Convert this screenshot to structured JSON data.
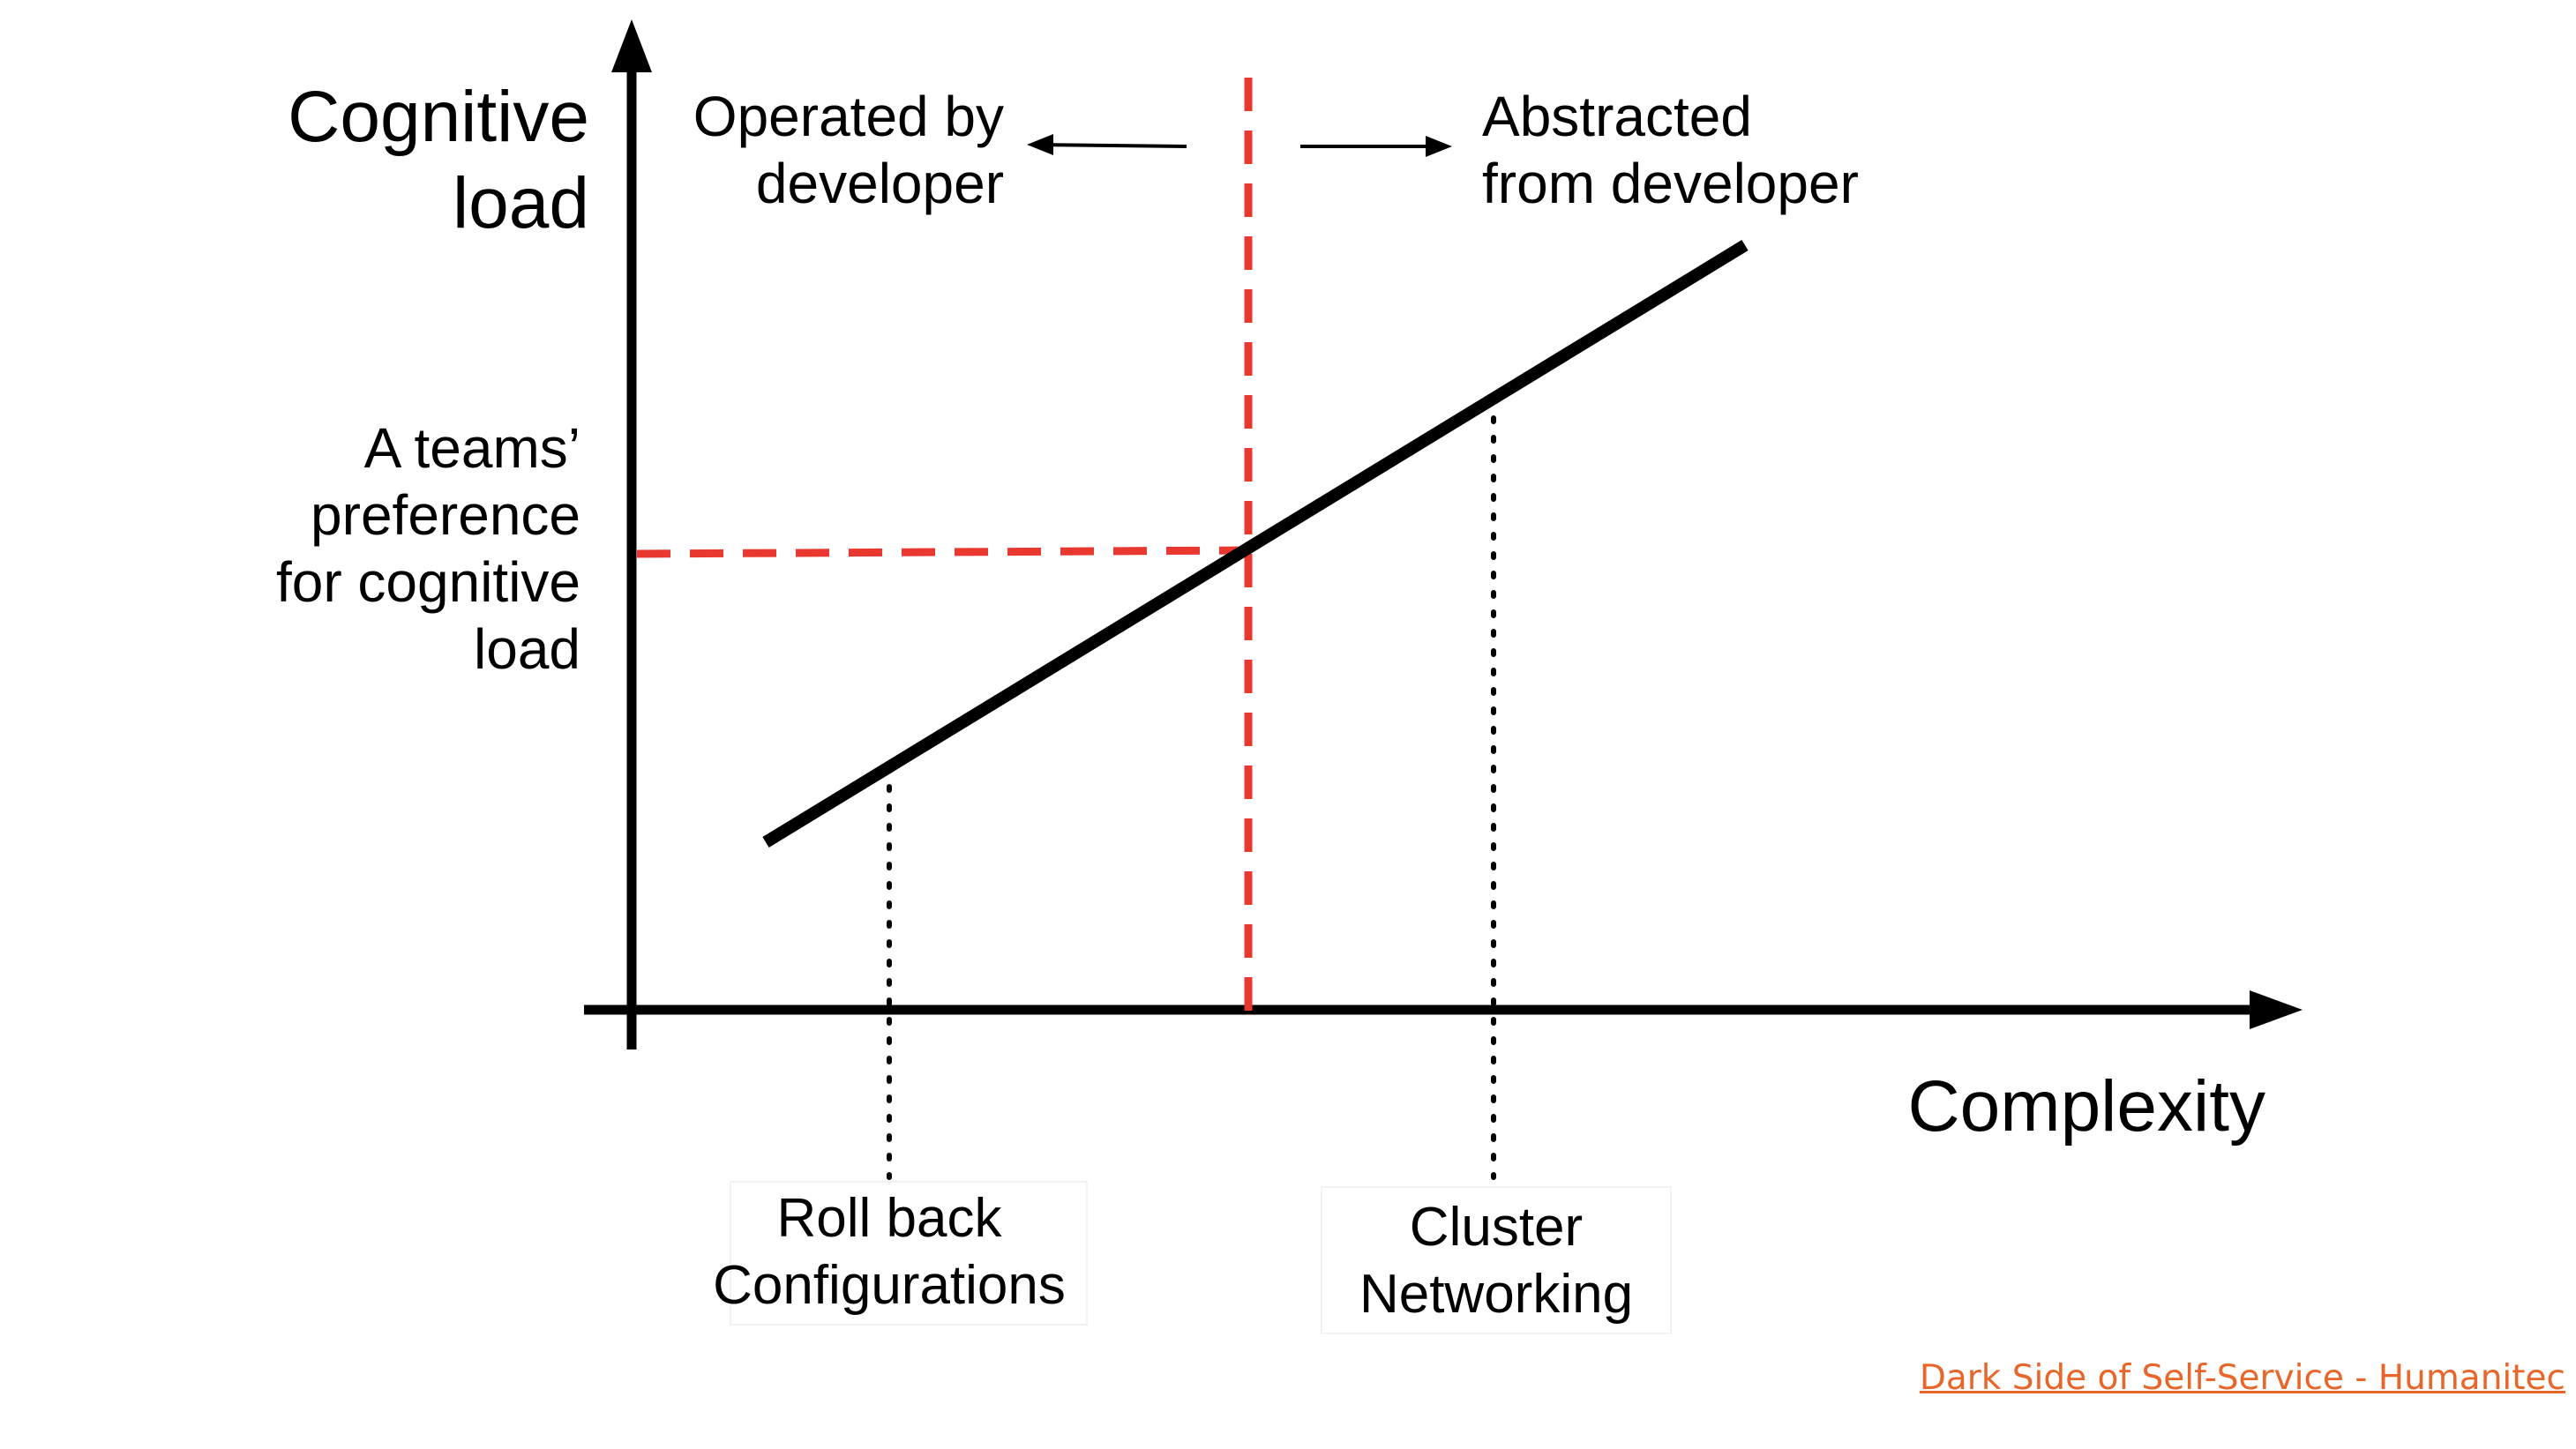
{
  "axes": {
    "y_label": [
      "Cognitive",
      "load"
    ],
    "x_label": "Complexity"
  },
  "preference_label": [
    "A teams’",
    "preference",
    "for cognitive",
    "load"
  ],
  "regions": {
    "left": [
      "Operated by",
      "developer"
    ],
    "right": [
      "Abstracted",
      "from developer"
    ]
  },
  "examples": {
    "left": [
      "Roll back",
      "Configurations"
    ],
    "right": [
      "Cluster",
      "Networking"
    ]
  },
  "source_link": "Dark Side of Self-Service - Humanitec",
  "colors": {
    "axis": "#000000",
    "trend_line": "#000000",
    "threshold": "#e8382f",
    "link": "#e8662a"
  }
}
